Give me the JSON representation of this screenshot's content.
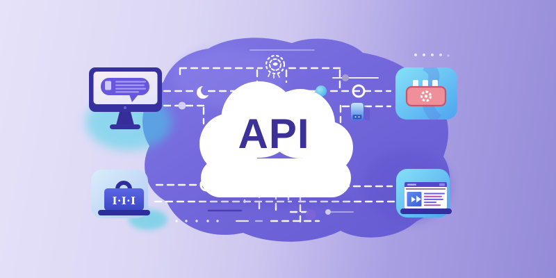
{
  "illustration": {
    "cloud_label": "API",
    "background": {
      "gradient_start": "#e6e2f9",
      "gradient_end": "#948bd8",
      "blob_color": "#7166da"
    },
    "palette": {
      "line_white": "#ffffff",
      "indigo_dark": "#37309f",
      "bubble_purple": "#6757de",
      "teal_accent": "#4fc9e8",
      "chip_pink": "#ee8f99",
      "tile_blue_start": "#82dff6",
      "tile_blue_end": "#4da4f0",
      "api_text_color": "#3b3196"
    },
    "icons": [
      {
        "name": "monitor-chat-icon",
        "label": "desktop monitor with chat message"
      },
      {
        "name": "laptop-code-icon",
        "label": "laptop with signal marks",
        "glyph": "I·I·I"
      },
      {
        "name": "chip-gear-icon",
        "label": "hardware module with gear"
      },
      {
        "name": "browser-laptop-icon",
        "label": "laptop with web page"
      },
      {
        "name": "smartphone-icon",
        "label": "smartphone"
      },
      {
        "name": "moon-icon",
        "label": "crescent moon"
      },
      {
        "name": "gear-sketch-icon",
        "label": "sketched gear"
      }
    ],
    "nodes": [
      {
        "name": "teal-node"
      },
      {
        "name": "ring-node-right"
      },
      {
        "name": "ring-node-bottom-left"
      },
      {
        "name": "ring-node-bottom-right"
      },
      {
        "name": "lavender-node"
      },
      {
        "name": "violet-node"
      },
      {
        "name": "slider-knob-top"
      },
      {
        "name": "slider-knob-bottom"
      }
    ]
  }
}
